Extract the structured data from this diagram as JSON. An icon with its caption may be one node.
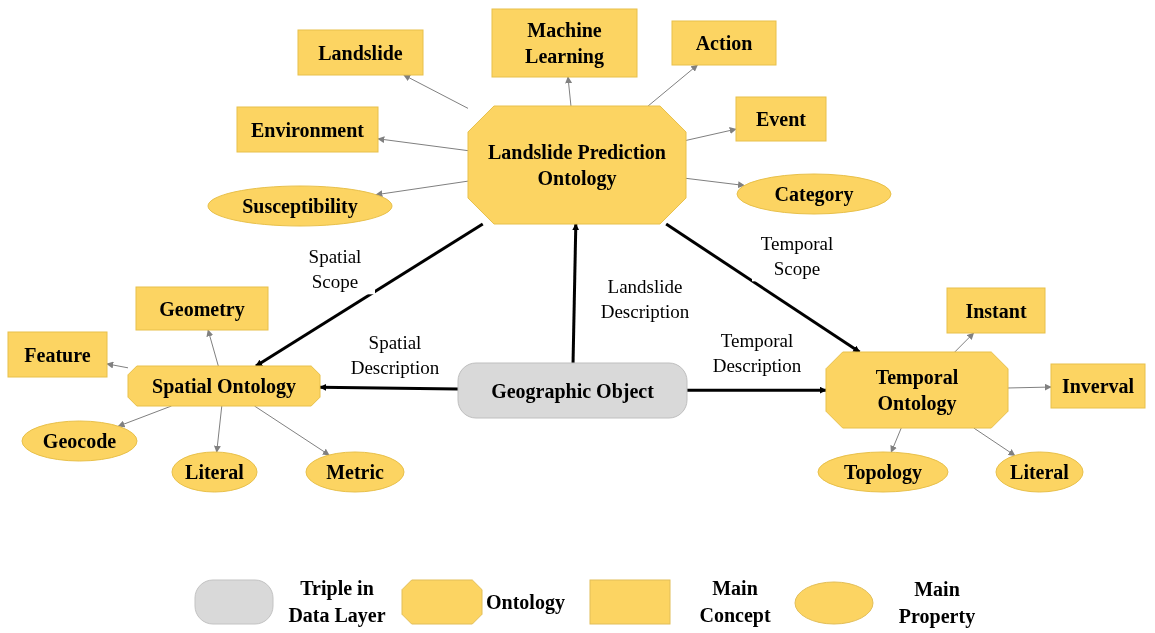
{
  "diagram": {
    "nodes": [
      {
        "text": [
          "Landslide Prediction Ontology"
        ]
      },
      {
        "text": [
          "Landslide"
        ]
      },
      {
        "text": [
          "Machine Learning"
        ]
      },
      {
        "text": [
          "Action"
        ]
      },
      {
        "text": [
          "Environment"
        ]
      },
      {
        "text": [
          "Event"
        ]
      },
      {
        "text": [
          "Susceptibility"
        ]
      },
      {
        "text": [
          "Category"
        ]
      },
      {
        "text": [
          "Spatial Ontology"
        ]
      },
      {
        "text": [
          "Geometry"
        ]
      },
      {
        "text": [
          "Feature"
        ]
      },
      {
        "text": [
          "Geocode"
        ]
      },
      {
        "text": [
          "Literal"
        ]
      },
      {
        "text": [
          "Metric"
        ]
      },
      {
        "text": [
          "Geographic Object"
        ]
      },
      {
        "text": [
          "Temporal Ontology"
        ]
      },
      {
        "text": [
          "Instant"
        ]
      },
      {
        "text": [
          "Inverval"
        ]
      },
      {
        "text": [
          "Topology"
        ]
      },
      {
        "text": [
          "Literal"
        ]
      }
    ],
    "edges": [
      {
        "from": 0,
        "to": 1,
        "arrow": "to"
      },
      {
        "from": 0,
        "to": 2,
        "arrow": "to"
      },
      {
        "from": 0,
        "to": 3,
        "arrow": "to"
      },
      {
        "from": 0,
        "to": 4,
        "arrow": "to"
      },
      {
        "from": 0,
        "to": 5,
        "arrow": "to"
      },
      {
        "from": 0,
        "to": 6,
        "arrow": "to"
      },
      {
        "from": 0,
        "to": 7,
        "arrow": "to"
      },
      {
        "from": 0,
        "to": 8,
        "arrow": "to",
        "label": "Spatial Scope",
        "style": "thick",
        "color": "#000000"
      },
      {
        "from": 14,
        "to": 0,
        "arrow": "to",
        "label": "Landslide Description",
        "style": "thick",
        "color": "#000000"
      },
      {
        "from": 0,
        "to": 15,
        "arrow": "to",
        "label": "Temporal Scope",
        "style": "thick",
        "color": "#000000"
      },
      {
        "from": 14,
        "to": 8,
        "arrow": "to",
        "label": "Spatial Description",
        "style": "thick",
        "color": "#000000"
      },
      {
        "from": 14,
        "to": 15,
        "arrow": "to",
        "label": "Temporal Description",
        "style": "thick",
        "color": "#000000"
      },
      {
        "from": 8,
        "to": 9,
        "arrow": "to"
      },
      {
        "from": 8,
        "to": 10,
        "arrow": "to"
      },
      {
        "from": 8,
        "to": 11,
        "arrow": "to"
      },
      {
        "from": 8,
        "to": 12,
        "arrow": "to"
      },
      {
        "from": 8,
        "to": 13,
        "arrow": "to"
      },
      {
        "from": 15,
        "to": 16,
        "arrow": "to"
      },
      {
        "from": 15,
        "to": 17,
        "arrow": "to"
      },
      {
        "from": 15,
        "to": 18,
        "arrow": "to"
      },
      {
        "from": 15,
        "to": 19,
        "arrow": "to"
      }
    ],
    "legend": [
      {
        "text": "Triple in Data Layer",
        "color": "#d9d9d9"
      },
      {
        "text": "Ontology",
        "color": "#fcd462"
      },
      {
        "text": "Main Concept",
        "color": "#fcd462"
      },
      {
        "text": "Main Property",
        "color": "#fcd462"
      }
    ]
  }
}
